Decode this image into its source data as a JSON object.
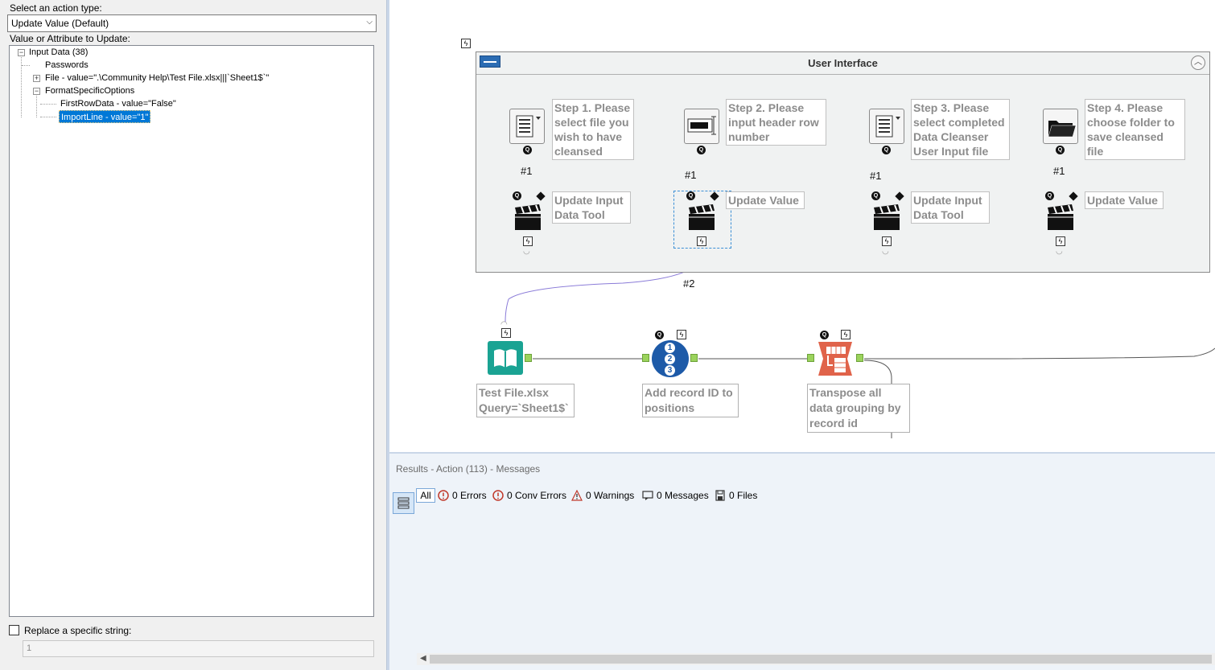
{
  "left_panel": {
    "action_type_label": "Select an action type:",
    "action_type_value": "Update Value (Default)",
    "attribute_label": "Value or Attribute to Update:",
    "tree": {
      "root": "Input Data (38)",
      "passwords": "Passwords",
      "file": "File - value=\".\\Community Help\\Test File.xlsx|||`Sheet1$`\"",
      "format_options": "FormatSpecificOptions",
      "first_row": "FirstRowData - value=\"False\"",
      "import_line": "ImportLine - value=\"1\""
    },
    "replace_label": "Replace a specific string:",
    "replace_value": "1"
  },
  "canvas": {
    "container_title": "User Interface",
    "steps": [
      {
        "question": "Step 1. Please select file you wish to have cleansed",
        "connection": "#1",
        "action": "Update Input Data Tool"
      },
      {
        "question": "Step 2. Please input header row number",
        "connection": "#1",
        "action": "Update Value"
      },
      {
        "question": "Step 3. Please select completed Data Cleanser User Input file",
        "connection": "#1",
        "action": "Update Input Data Tool"
      },
      {
        "question": "Step 4. Please choose folder to save cleansed file",
        "connection": "#1",
        "action": "Update Value"
      }
    ],
    "action_connection": "#2",
    "tools": [
      {
        "label": "Test File.xlsx\nQuery=`Sheet1$`"
      },
      {
        "label": "Add record ID to positions"
      },
      {
        "label": "Transpose all data grouping by record id"
      }
    ],
    "record_id_digits": [
      "1",
      "2",
      "3"
    ]
  },
  "results": {
    "title": "Results - Action (113) - Messages",
    "all_label": "All",
    "filters": [
      {
        "label": "0 Errors",
        "icon": "error-icon",
        "color": "#c0392b"
      },
      {
        "label": "0 Conv Errors",
        "icon": "conv-error-icon",
        "color": "#c0392b"
      },
      {
        "label": "0 Warnings",
        "icon": "warning-icon",
        "color": "#c0392b"
      },
      {
        "label": "0 Messages",
        "icon": "message-icon",
        "color": "#333333"
      },
      {
        "label": "0 Files",
        "icon": "file-icon",
        "color": "#333333"
      }
    ]
  },
  "colors": {
    "accent": "#0078d7",
    "input_tool": "#1aa393",
    "record_id_tool": "#1d5aa8",
    "transpose_tool": "#e0634a",
    "anchor": "#9bd35c"
  }
}
